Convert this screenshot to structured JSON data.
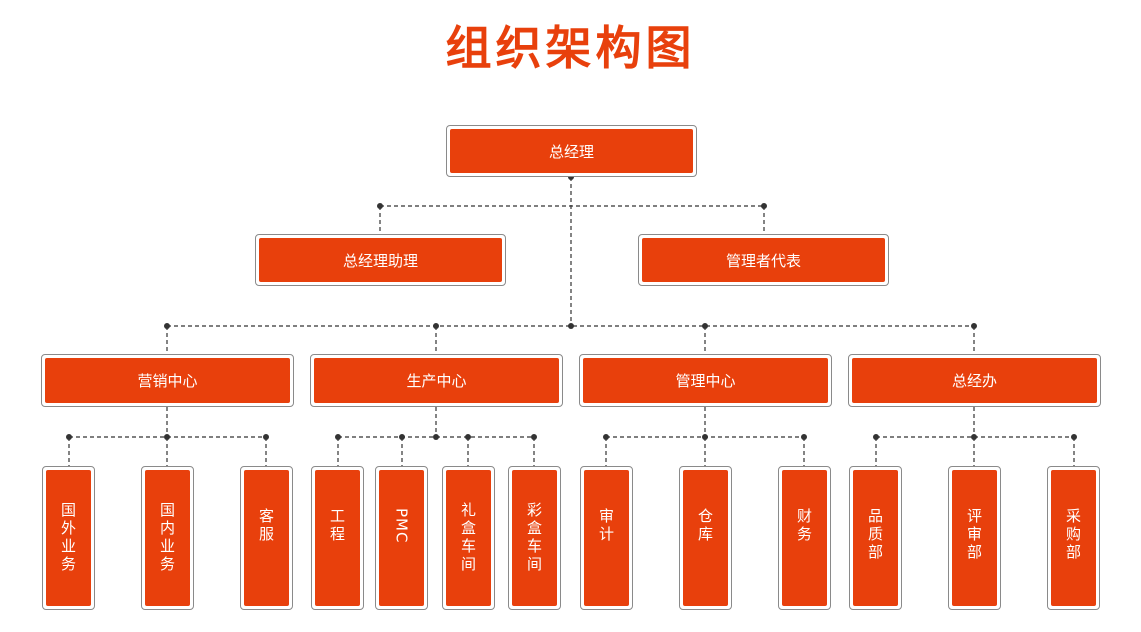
{
  "title": "组织架构图",
  "colors": {
    "accent": "#e8400c",
    "border": "#8a8a8a",
    "connector": "#333333"
  },
  "nodes": {
    "gm": "总经理",
    "gm_assistant": "总经理助理",
    "mgmt_rep": "管理者代表",
    "marketing": "营销中心",
    "production": "生产中心",
    "management": "管理中心",
    "general_office": "总经办",
    "intl_business": "国外业务",
    "domestic_business": "国内业务",
    "customer_service": "客服",
    "engineering": "工程",
    "pmc": "PMC",
    "gift_box_workshop": "礼盒车间",
    "color_box_workshop": "彩盒车间",
    "audit": "审计",
    "warehouse": "仓库",
    "finance": "财务",
    "quality": "品质部",
    "evaluation": "评审部",
    "purchasing": "采购部"
  }
}
